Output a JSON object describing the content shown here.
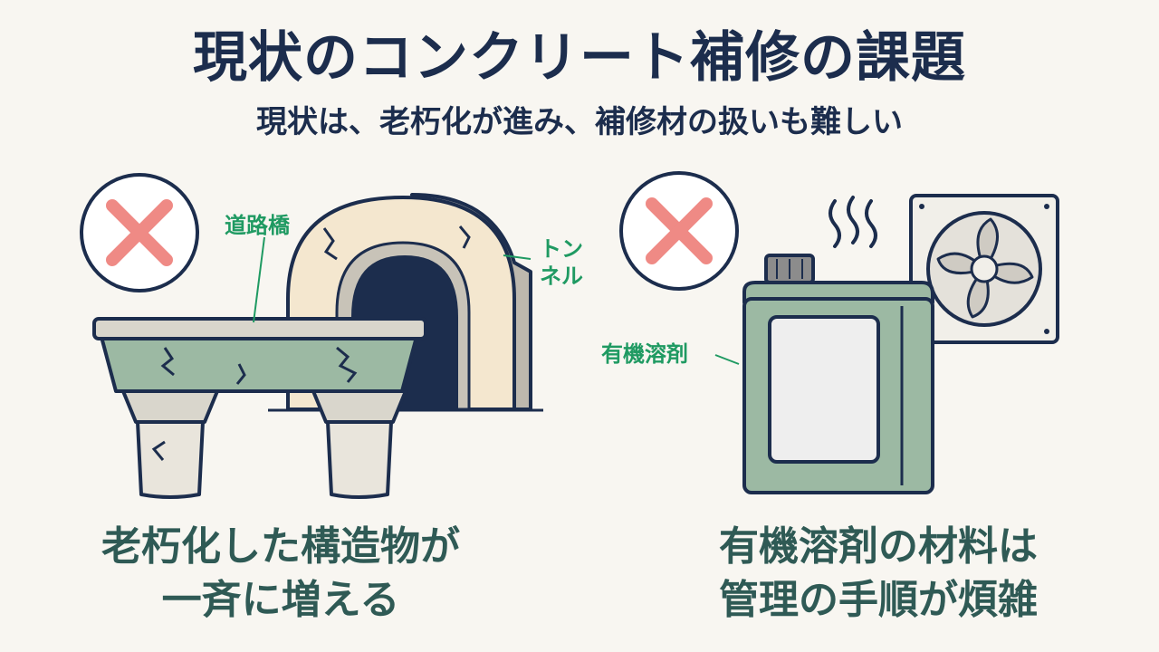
{
  "title": "現状のコンクリート補修の課題",
  "subtitle": "現状は、老朽化が進み、補修材の扱いも難しい",
  "left_panel": {
    "label_bridge": "道路橋",
    "label_tunnel_1": "トン",
    "label_tunnel_2": "ネル",
    "caption_1": "老朽化した構造物が",
    "caption_2": "一斉に増える"
  },
  "right_panel": {
    "label_solvent": "有機溶剤",
    "caption_1": "有機溶剤の材料は",
    "caption_2": "管理の手順が煩雑"
  },
  "colors": {
    "navy": "#1c2d4d",
    "cross": "#ef8a85",
    "concrete_green": "#9cb9a3",
    "tunnel_cream": "#f4e7cf",
    "label_green": "#1f9a62",
    "caption_teal": "#2f5a55"
  },
  "icons": [
    "cross-mark-icon",
    "bridge-icon",
    "tunnel-icon",
    "solvent-can-icon",
    "exhaust-fan-icon",
    "fumes-icon"
  ]
}
